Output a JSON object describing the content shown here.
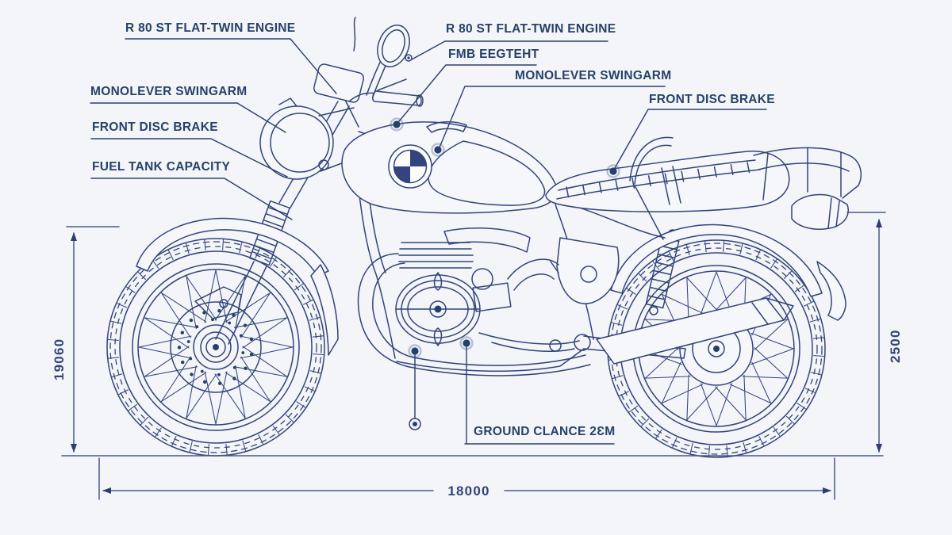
{
  "callouts": {
    "engine_left": "R 80 ST FLAT-TWIN ENGINE",
    "engine_right": "R 80 ST FLAT-TWIN ENGINE",
    "fmb": "FMB EEGTEHT",
    "swingarm_left": "MONOLEVER SWINGARM",
    "swingarm_right": "MONOLEVER SWINGARM",
    "disc_brake_left": "FRONT DISC BRAKE",
    "disc_brake_right": "FRONT DISC BRAKE",
    "fuel_tank": "FUEL TANK CAPACITY",
    "ground_clearance": "GROUND CLANCE 2ƐM"
  },
  "dimensions": {
    "front_wheel_height": "19060",
    "rear_height": "2500",
    "overall_length": "18000"
  },
  "colors": {
    "line": "#33447e",
    "text": "#27406e",
    "dimension": "#46598c",
    "background": "#f3f5f9"
  },
  "icons": {
    "logo": "bmw-roundel-icon"
  }
}
